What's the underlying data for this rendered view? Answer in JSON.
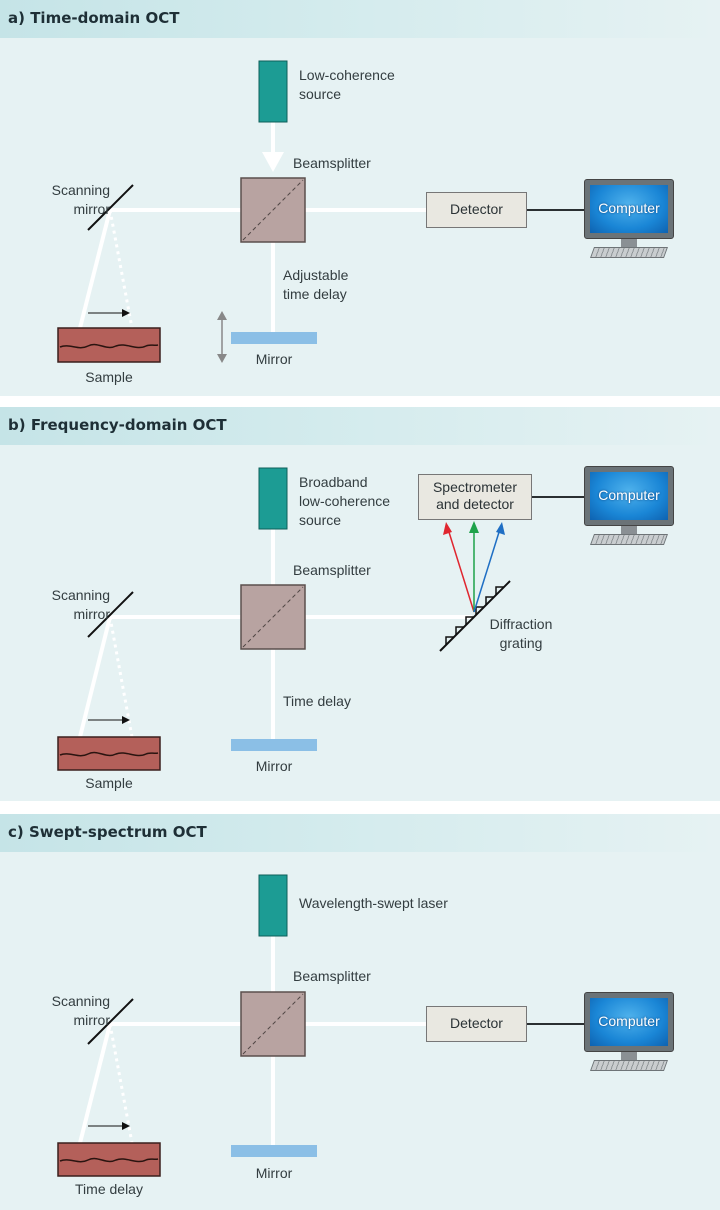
{
  "panels": [
    {
      "title": "a) Time-domain OCT",
      "source_label": "Low-coherence\nsource",
      "beamsplitter_label": "Beamsplitter",
      "scanning_mirror_label": "Scanning\nmirror",
      "delay_label": "Adjustable\ntime delay",
      "mirror_label": "Mirror",
      "sample_label": "Sample",
      "detector_label": "Detector",
      "computer_label": "Computer"
    },
    {
      "title": "b) Frequency-domain OCT",
      "source_label": "Broadband\nlow-coherence\nsource",
      "beamsplitter_label": "Beamsplitter",
      "scanning_mirror_label": "Scanning\nmirror",
      "delay_label": "Time delay",
      "mirror_label": "Mirror",
      "sample_label": "Sample",
      "spectrometer_label": "Spectrometer\nand detector",
      "grating_label": "Diffraction\ngrating",
      "computer_label": "Computer"
    },
    {
      "title": "c) Swept-spectrum OCT",
      "source_label": "Wavelength-swept laser",
      "beamsplitter_label": "Beamsplitter",
      "scanning_mirror_label": "Scanning\nmirror",
      "mirror_label": "Mirror",
      "sample_label": "Time delay",
      "detector_label": "Detector",
      "computer_label": "Computer"
    }
  ],
  "colors": {
    "background": "#e6f2f3",
    "header": "#c5e4e7",
    "source": "#1c9c94",
    "beam": "#ffffff",
    "beamsplitter": "#b8a3a1",
    "mirror": "#8bbfe6",
    "sample": "#b4605a",
    "ray_red": "#e0262f",
    "ray_green": "#1fa24a",
    "ray_blue": "#1f6fc4"
  }
}
